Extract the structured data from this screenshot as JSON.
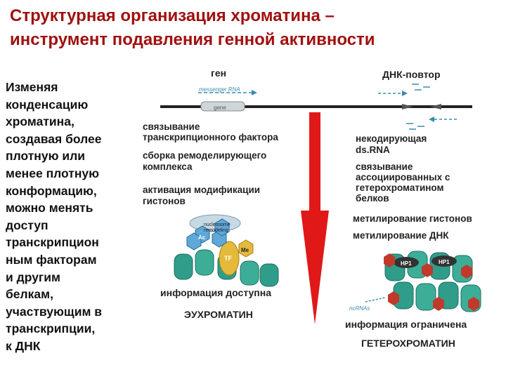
{
  "title": {
    "line1": "Структурная организация хроматина –",
    "line2": "инструмент подавления генной активности"
  },
  "sidebar": {
    "lines": [
      "Изменяя",
      "конденсацию",
      "хроматина,",
      "создавая более",
      "плотную или",
      "менее плотную",
      "конформацию,",
      "можно менять",
      "доступ",
      "транскрипцион",
      "ным факторам",
      "и другим",
      "белкам,",
      "участвующим в",
      "транскрипции,",
      "к ДНК"
    ]
  },
  "diagram": {
    "gene_label": "ген",
    "repeat_label": "ДНК-повтор",
    "messenger_rna": "messenger RNA",
    "gene_box": "gene",
    "left_steps": [
      "связывание",
      "транскрипционного фактора",
      "сборка ремоделирующего",
      "комплекса",
      "активация модификации",
      "гистонов"
    ],
    "right_steps": [
      "некодирующая",
      "ds.RNA",
      "связывание",
      "ассоциированных с",
      "гетерохроматином",
      "белков",
      "метилирование гистонов",
      "метилирование ДНК"
    ],
    "left_info": "информация доступна",
    "left_state": "ЭУХРОМАТИН",
    "right_info": "информация ограничена",
    "right_state": "ГЕТЕРОХРОМАТИН",
    "complex_label_1": "nucleosome",
    "complex_label_2": "remodeling",
    "tf_label": "TF",
    "ac_label": "Ac",
    "me_label": "Me",
    "hp1_label": "HP1",
    "ncrnas_label": "ncRNAs",
    "colors": {
      "title": "#a01010",
      "arrow": "#e01818",
      "nucleosome": "#2f9d8a",
      "hp1": "#c0392b",
      "tf": "#e5b93a"
    }
  }
}
